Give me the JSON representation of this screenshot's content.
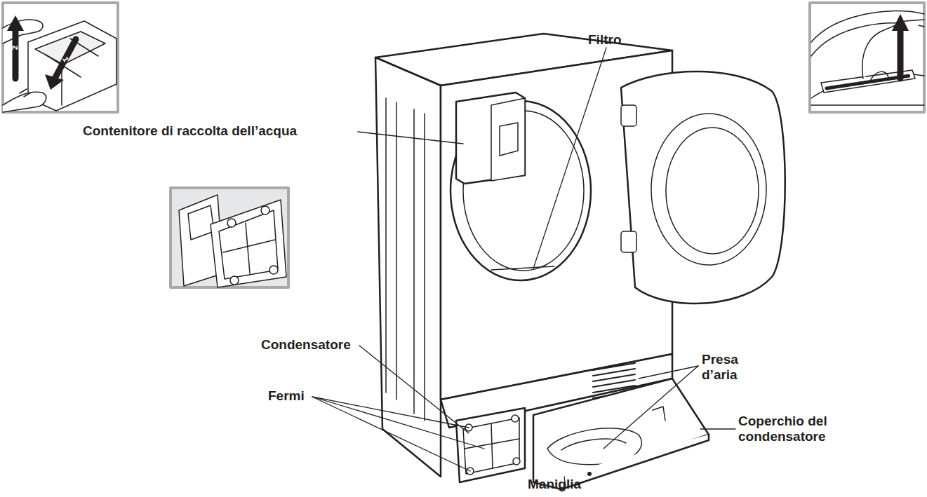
{
  "diagram": {
    "labels": [
      "2",
      "1",
      "Filtro",
      "Contenitore di raccolta dell’acqua",
      "Condensatore",
      "Presa d’aria",
      "Fermi",
      "Coperchio del condensatore",
      "Maniglia"
    ]
  }
}
